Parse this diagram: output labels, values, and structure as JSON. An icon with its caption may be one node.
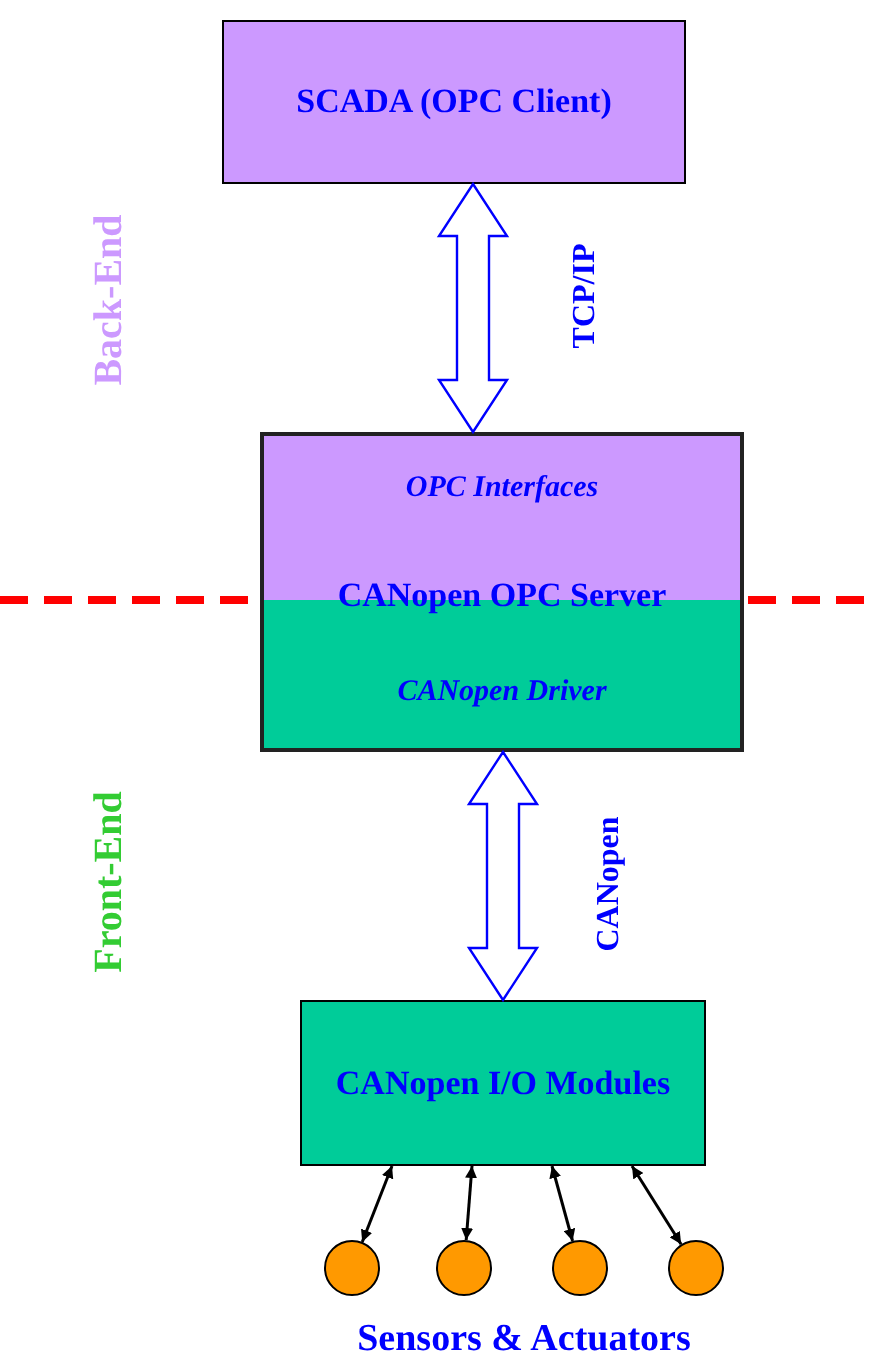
{
  "diagram": {
    "nodes": [
      {
        "text": [
          "SCADA (OPC Client)"
        ]
      },
      {
        "text": [
          "CANopen OPC Server"
        ]
      },
      {
        "text": [
          "OPC Interfaces"
        ],
        "in": 1
      },
      {
        "text": [
          "CANopen Driver"
        ],
        "in": 1
      },
      {
        "text": [
          "CANopen I/O Modules"
        ]
      },
      {
        "text": [],
        "shape": "circle"
      },
      {
        "text": [],
        "shape": "circle"
      },
      {
        "text": [],
        "shape": "circle"
      },
      {
        "text": [],
        "shape": "circle"
      }
    ],
    "edges": [
      {
        "from": 0,
        "to": 1,
        "arrow": "both",
        "label": "TCP/IP"
      },
      {
        "from": 1,
        "to": 4,
        "arrow": "both",
        "label": "CANopen"
      },
      {
        "from": 4,
        "to": 5,
        "arrow": "both"
      },
      {
        "from": 4,
        "to": 6,
        "arrow": "both"
      },
      {
        "from": 4,
        "to": 7,
        "arrow": "both"
      },
      {
        "from": 4,
        "to": 8,
        "arrow": "both"
      }
    ],
    "labels": [
      "Back-End",
      "Front-End",
      "Sensors & Actuators"
    ]
  }
}
